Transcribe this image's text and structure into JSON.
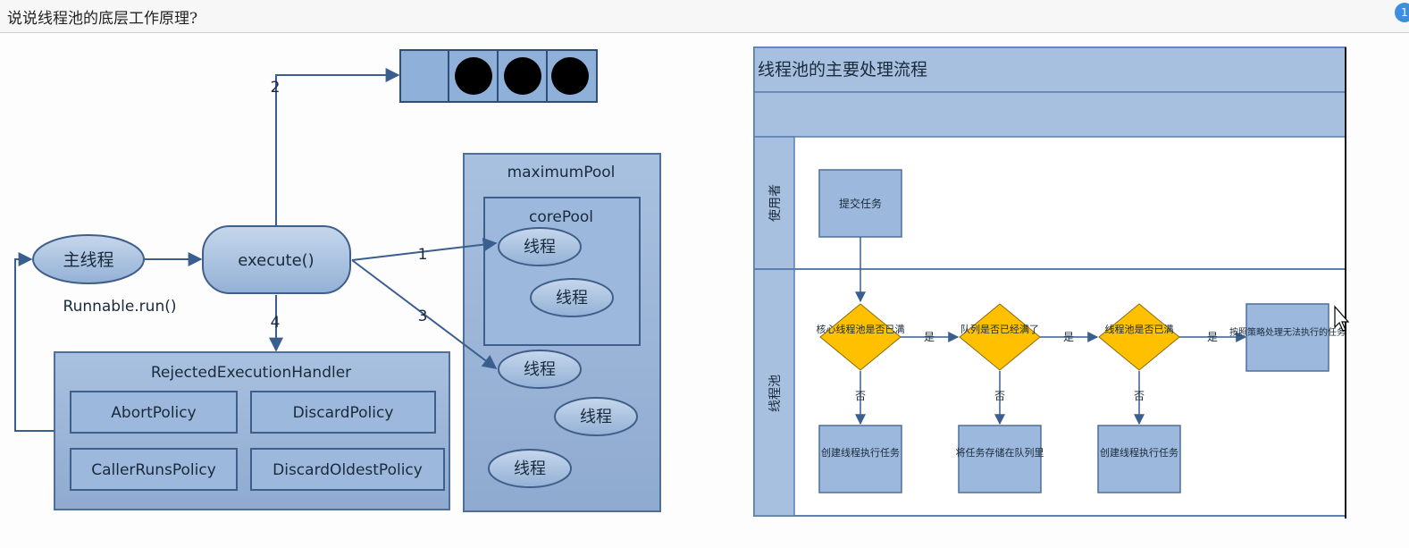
{
  "header": {
    "title": "说说线程池的底层工作原理?",
    "badge": "1"
  },
  "left_diagram": {
    "main_thread": "主线程",
    "runnable": "Runnable.run()",
    "execute": "execute()",
    "arrow_labels": [
      "1",
      "2",
      "3",
      "4"
    ],
    "maximum_pool": "maximumPool",
    "core_pool": "corePool",
    "thread": "线程",
    "handler": "RejectedExecutionHandler",
    "policies": [
      "AbortPolicy",
      "DiscardPolicy",
      "CallerRunsPolicy",
      "DiscardOldestPolicy"
    ]
  },
  "right_diagram": {
    "title": "线程池的主要处理流程",
    "lanes": [
      "使用者",
      "线程池"
    ],
    "submit": "提交任务",
    "decisions": [
      "核心线程池是否已满",
      "队列是否已经满了",
      "线程池是否已满"
    ],
    "actions": [
      "创建线程执行任务",
      "将任务存储在队列里",
      "创建线程执行任务"
    ],
    "reject": "按照策略处理无法执行的任务",
    "yes": "是",
    "no": "否"
  },
  "colors": {
    "box_fill": "#95b3d7",
    "box_stroke": "#4f6f9a",
    "diamond": "#ffc000",
    "ball": "#000000",
    "line": "#3a5f8f"
  }
}
